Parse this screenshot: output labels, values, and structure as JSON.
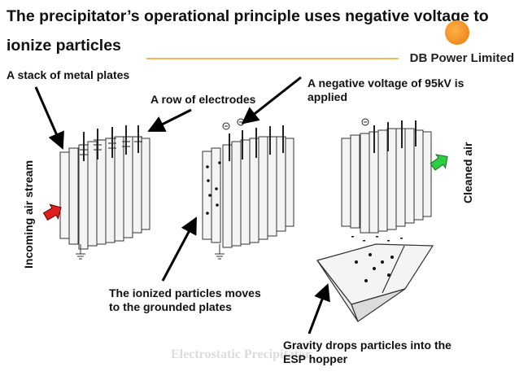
{
  "slide": {
    "title": "The precipitator’s operational principle uses negative voltage to ionize particles",
    "brand": "DB Power Limited",
    "labels": {
      "metal_plates": "A stack of metal plates",
      "electrodes": "A row of electrodes",
      "voltage": "A negative voltage of 95kV is applied",
      "incoming": "Incoming air stream",
      "cleaned": "Cleaned air",
      "ionized": "The ionized particles moves to the grounded plates",
      "gravity": "Gravity drops particles into the ESP hopper"
    },
    "watermark": "Electrostatic Precipitator"
  },
  "colors": {
    "accent_orange": "#f08a1c",
    "rule_orange": "#f0a020",
    "inlet_arrow": "#e02020",
    "outlet_arrow": "#2ecc40"
  }
}
